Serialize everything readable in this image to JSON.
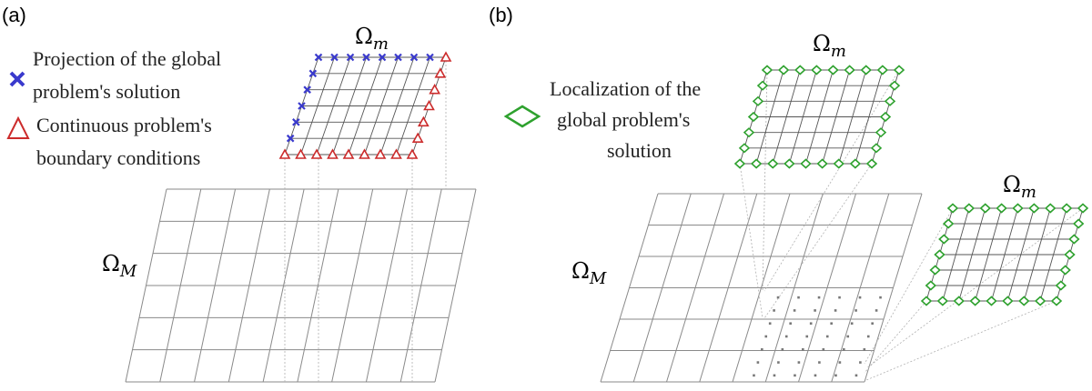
{
  "panels": {
    "a": {
      "label": "(a)",
      "legend": [
        {
          "lines": [
            "Projection of the global",
            "problem's solution"
          ],
          "marker": "cross-icon"
        },
        {
          "lines": [
            "Continuous problem's",
            "boundary conditions"
          ],
          "marker": "triangle-icon"
        }
      ],
      "macro_label": {
        "symbol": "Ω",
        "sub": "M"
      },
      "micro_label": {
        "symbol": "Ω",
        "sub": "m"
      }
    },
    "b": {
      "label": "(b)",
      "legend": [
        {
          "lines": [
            "Localization of the",
            "global problem's",
            "solution"
          ],
          "marker": "diamond-icon"
        }
      ],
      "macro_label": {
        "symbol": "Ω",
        "sub": "M"
      },
      "micro_labels": [
        {
          "symbol": "Ω",
          "sub": "m"
        },
        {
          "symbol": "Ω",
          "sub": "m"
        }
      ]
    }
  },
  "colors": {
    "cross": "#3a3acd",
    "triangle": "#cc2b2b",
    "diamond": "#2ea12e",
    "grid": "#8a8a8a",
    "dots": "#777777"
  }
}
